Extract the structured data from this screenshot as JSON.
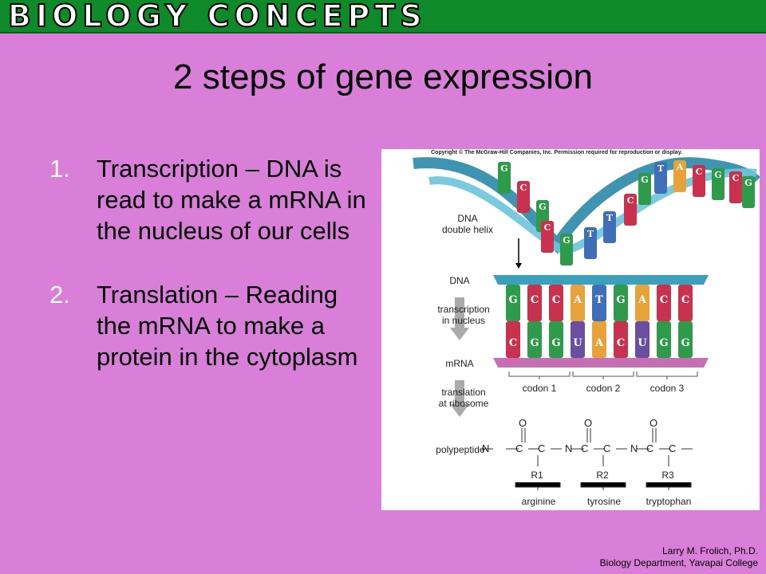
{
  "banner": {
    "text": "BIOLOGY CONCEPTS"
  },
  "slide": {
    "title": "2 steps of gene expression",
    "steps": [
      {
        "number": "1.",
        "text": "Transcription – DNA is read to make a mRNA in the nucleus of our cells"
      },
      {
        "number": "2.",
        "text": "Translation – Reading the mRNA to make a protein in the cytoplasm"
      }
    ]
  },
  "figure": {
    "copyright": "Copyright © The McGraw-Hill Companies, Inc. Permission required for reproduction or display.",
    "dna_helix_label": "DNA\ndouble helix",
    "dna_label": "DNA",
    "transcription_label": "transcription\nin nucleus",
    "mrna_label": "mRNA",
    "translation_label": "translation\nat ribosome",
    "polypeptide_label": "polypeptide",
    "dna_strand": [
      "G",
      "C",
      "C",
      "A",
      "T",
      "G",
      "A",
      "C",
      "C"
    ],
    "mrna_strand": [
      "C",
      "G",
      "G",
      "U",
      "A",
      "C",
      "U",
      "G",
      "G"
    ],
    "helix_letters": [
      "G",
      "C",
      "G",
      "C",
      "G",
      "T",
      "T",
      "C",
      "G",
      "T",
      "A",
      "C",
      "G",
      "C",
      "G"
    ],
    "codons": [
      "codon 1",
      "codon 2",
      "codon 3"
    ],
    "residues": [
      "R1",
      "R2",
      "R3"
    ],
    "amino_acids": [
      "arginine",
      "tyrosine",
      "tryptophan"
    ],
    "nucleotide_colors": {
      "G": "#2e9b4a",
      "C": "#c8324e",
      "A": "#e8a23a",
      "T": "#3f6fb8",
      "U": "#6a4fa0"
    }
  },
  "footer": {
    "author": "Larry M. Frolich, Ph.D.",
    "department": "Biology Department, Yavapai College"
  }
}
